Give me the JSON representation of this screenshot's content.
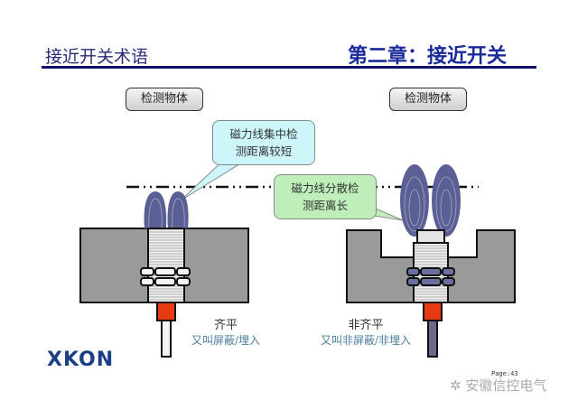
{
  "header": {
    "subtitle": "接近开关术语",
    "chapter": "第二章：接近开关"
  },
  "diagram": {
    "left": {
      "object_label": "检测物体",
      "callout": "磁力线集中检测距离较短",
      "callout_lines": [
        "磁力线集中检",
        "测距离较短"
      ],
      "caption": "齐平",
      "caption_sub": "又叫屏蔽/埋入"
    },
    "right": {
      "object_label": "检测物体",
      "callout_lines": [
        "磁力线分散检",
        "测距离长"
      ],
      "caption": "非齐平",
      "caption_sub": "又叫非屏蔽/非埋入"
    },
    "colors": {
      "field": "#5a5f96",
      "housing": "#9a9a9a",
      "cable_jacket": "#e63a12",
      "left_callout": "#cdf6fb",
      "right_callout": "#bfeebb"
    }
  },
  "footer": {
    "logo": "XKON",
    "watermark": "安徽信控电气",
    "page": "Page:43"
  }
}
